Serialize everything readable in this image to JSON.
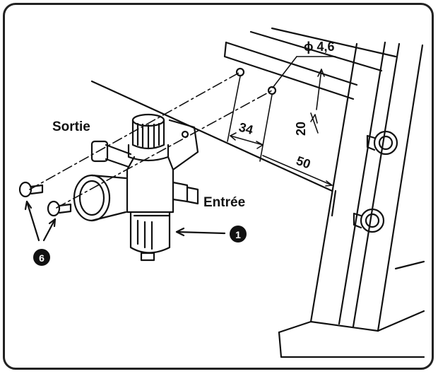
{
  "labels": {
    "outlet": "Sortie",
    "inlet": "Entrée",
    "hole_diameter": "ϕ 4,6",
    "dim_20": "20",
    "dim_34": "34",
    "dim_50": "50"
  },
  "callouts": {
    "regulator": "1",
    "screws": "6"
  },
  "colors": {
    "ink": "#111111",
    "paper": "#ffffff"
  }
}
